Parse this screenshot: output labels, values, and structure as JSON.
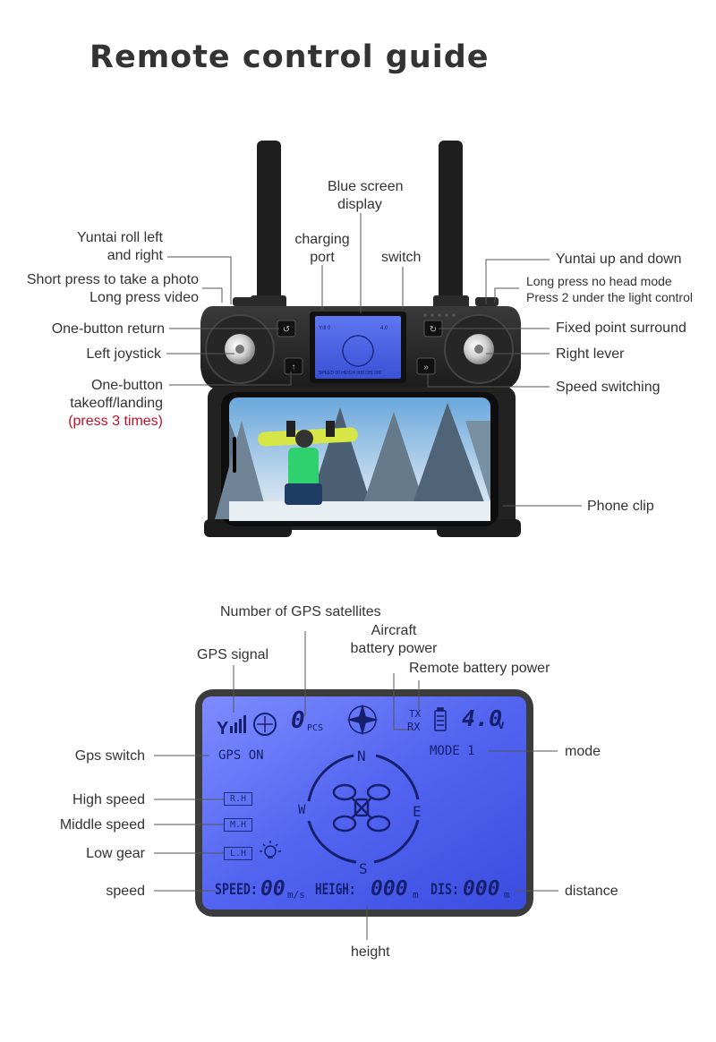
{
  "title": "Remote control guide",
  "controller_labels": {
    "blue_screen": [
      "Blue screen",
      "display"
    ],
    "charging_port": [
      "charging",
      "port"
    ],
    "switch": "switch",
    "yuntai_roll": [
      "Yuntai roll left",
      "and right"
    ],
    "photo_video": [
      "Short press to take a photo",
      "Long press video"
    ],
    "one_button_return": "One-button return",
    "left_joystick": "Left joystick",
    "takeoff_landing": [
      "One-button",
      "takeoff/landing"
    ],
    "takeoff_note": "(press 3 times)",
    "yuntai_updown": "Yuntai up and down",
    "headless": [
      "Long press no head mode",
      "Press 2 under the light control"
    ],
    "fixed_point": "Fixed point surround",
    "right_lever": "Right lever",
    "speed_switching": "Speed switching",
    "phone_clip": "Phone clip"
  },
  "lcd_labels": {
    "gps_satellites": "Number of GPS satellites",
    "aircraft_battery": [
      "Aircraft",
      "battery power"
    ],
    "gps_signal": "GPS signal",
    "remote_battery": "Remote battery power",
    "gps_switch": "Gps switch",
    "mode": "mode",
    "high_speed": "High speed",
    "middle_speed": "Middle speed",
    "low_gear": "Low gear",
    "speed": "speed",
    "distance": "distance",
    "height": "height"
  },
  "lcd": {
    "sat_count": "0",
    "sat_unit": "PCS",
    "tx": "TX",
    "rx": "RX",
    "voltage": "4.0",
    "voltage_unit": "v",
    "gps_status": "GPS ON",
    "mode": "MODE 1",
    "rh": "R.H",
    "mh": "M.H",
    "lh": "L.H",
    "compass": {
      "n": "N",
      "s": "S",
      "e": "E",
      "w": "W"
    },
    "speed_label": "SPEED:",
    "speed_value": "00",
    "speed_unit": "m/s",
    "height_label": "HEIGH:",
    "height_value": "000",
    "height_unit": "m",
    "dis_label": "DIS:",
    "dis_value": "000",
    "dis_unit": "m"
  }
}
